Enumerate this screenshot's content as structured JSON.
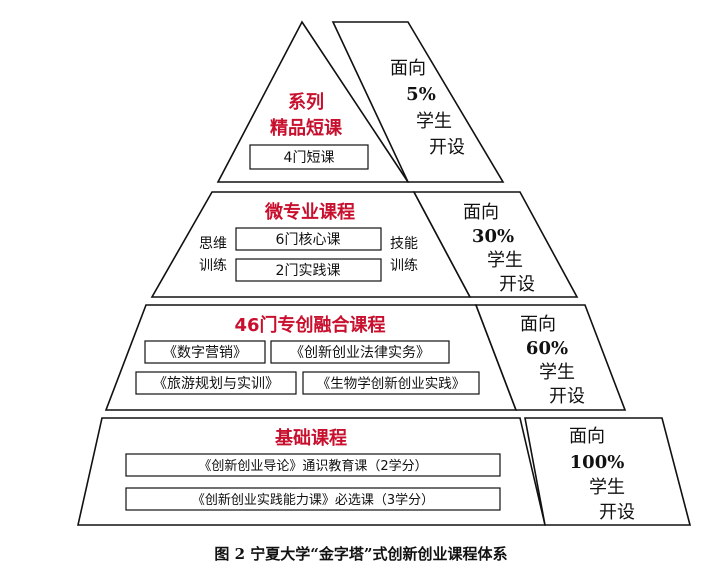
{
  "pyramid": {
    "tier1": {
      "title_line1": "系列",
      "title_line2": "精品短课",
      "box": "4门短课",
      "audience": {
        "line1": "面向",
        "percent": "5%",
        "line3": "学生",
        "line4": "开设"
      }
    },
    "tier2": {
      "title": "微专业课程",
      "left_label_line1": "思维",
      "left_label_line2": "训练",
      "right_label_line1": "技能",
      "right_label_line2": "训练",
      "box1": "6门核心课",
      "box2": "2门实践课",
      "audience": {
        "line1": "面向",
        "percent": "30%",
        "line3": "学生",
        "line4": "开设"
      }
    },
    "tier3": {
      "title": "46门专创融合课程",
      "box1": "《数字营销》",
      "box2": "《创新创业法律实务》",
      "box3": "《旅游规划与实训》",
      "box4": "《生物学创新创业实践》",
      "audience": {
        "line1": "面向",
        "percent": "60%",
        "line3": "学生",
        "line4": "开设"
      }
    },
    "tier4": {
      "title": "基础课程",
      "box1": "《创新创业导论》通识教育课（2学分）",
      "box2": "《创新创业实践能力课》必选课（3学分）",
      "audience": {
        "line1": "面向",
        "percent": "100%",
        "line3": "学生",
        "line4": "开设"
      }
    }
  },
  "caption": "图 2  宁夏大学“金字塔”式创新创业课程体系",
  "colors": {
    "title_red": "#c8102e",
    "text": "#111111",
    "border": "#111111"
  }
}
